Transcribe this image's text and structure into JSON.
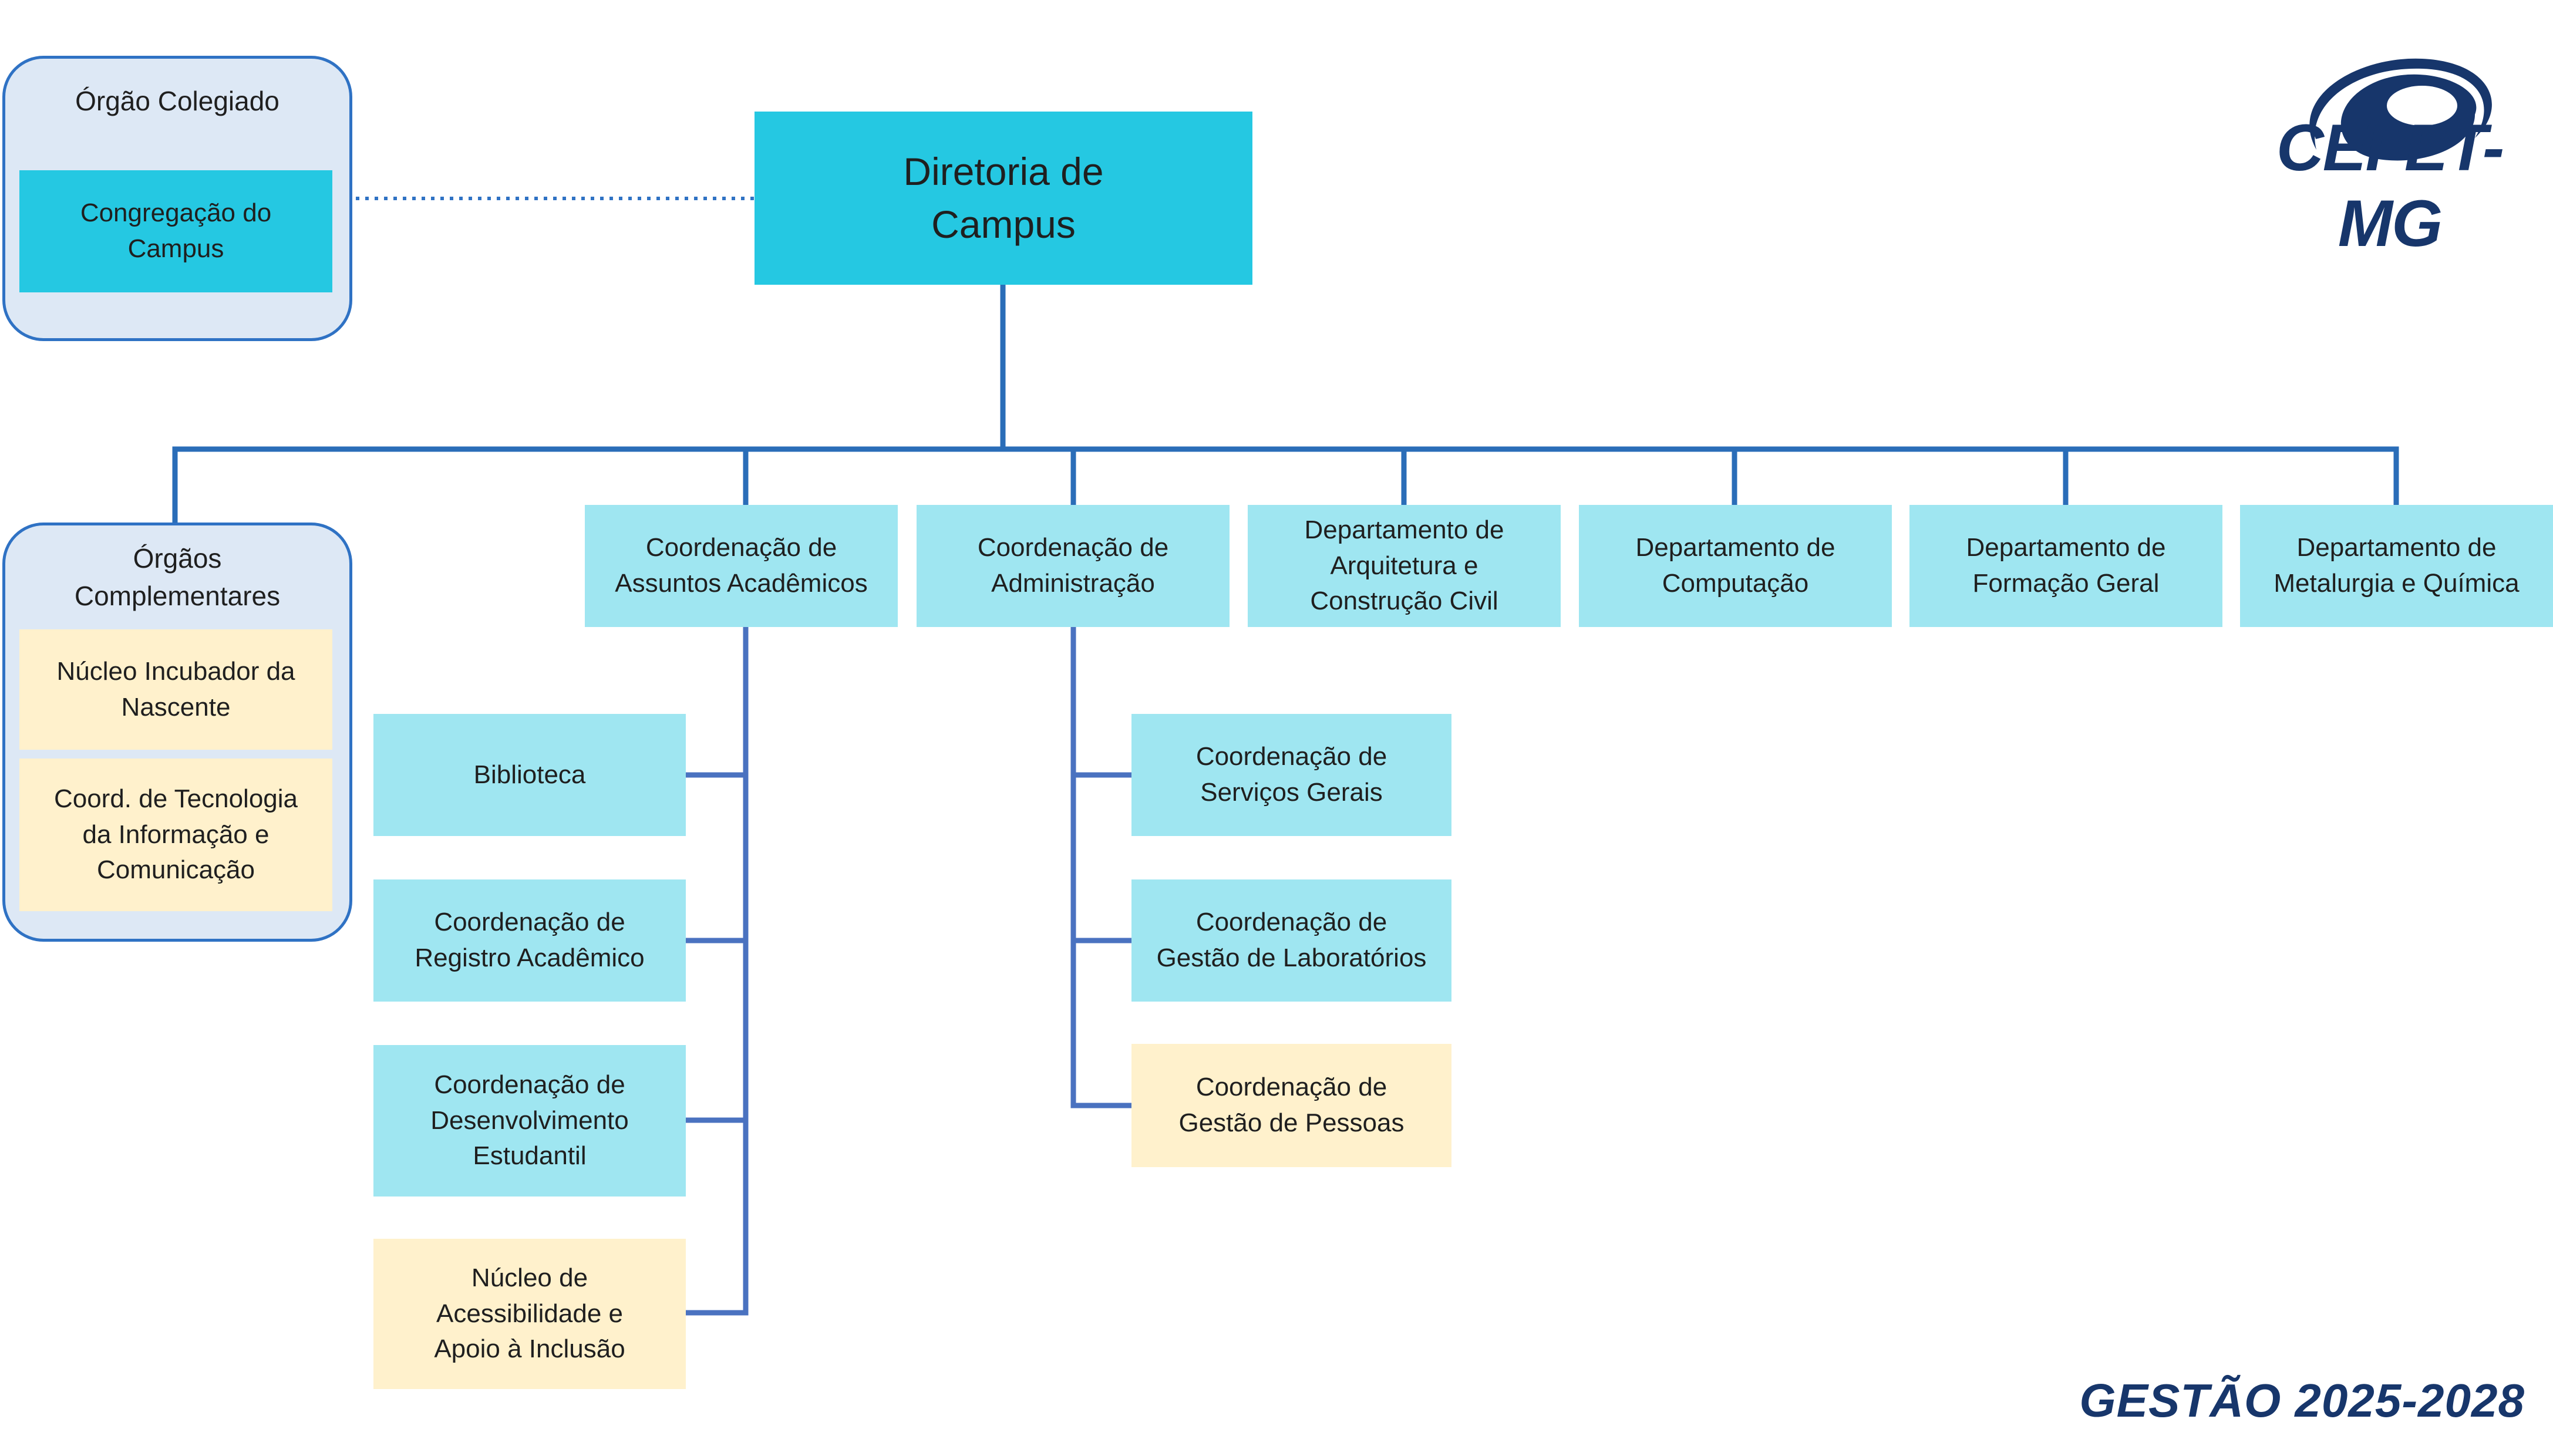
{
  "orgao_colegiado": {
    "title": "Órgão Colegiado",
    "items": [
      "Congregação do\nCampus"
    ]
  },
  "diretoria": {
    "label": "Diretoria de\nCampus"
  },
  "orgaos_complementares": {
    "title": "Órgãos\nComplementares",
    "items": [
      "Núcleo Incubador da\nNascente",
      "Coord. de Tecnologia\nda Informação e\nComunicação"
    ]
  },
  "coordenacoes": [
    "Coordenação de\nAssuntos Acadêmicos",
    "Coordenação de\nAdministração",
    "Departamento de\nArquitetura e\nConstrução Civil",
    "Departamento de\nComputação",
    "Departamento de\nFormação Geral",
    "Departamento de\nMetalurgia e Química"
  ],
  "academicos_sub": [
    "Biblioteca",
    "Coordenação de\nRegistro Acadêmico",
    "Coordenação de\nDesenvolvimento\nEstudantil",
    "Núcleo de\nAcessibilidade e\nApoio à Inclusão"
  ],
  "administracao_sub": [
    "Coordenação de\nServiços Gerais",
    "Coordenação de\nGestão de Laboratórios",
    "Coordenação de\nGestão de Pessoas"
  ],
  "logo": {
    "text": "CEFET-MG"
  },
  "footer": {
    "text": "GESTÃO 2025-2028"
  },
  "colors": {
    "primary_box": "#25c8e2",
    "secondary_box": "#9fe6f1",
    "highlight_box": "#fff1cc",
    "panel_bg": "#dde8f5",
    "line": "#2f72c4",
    "brand": "#17366b"
  }
}
